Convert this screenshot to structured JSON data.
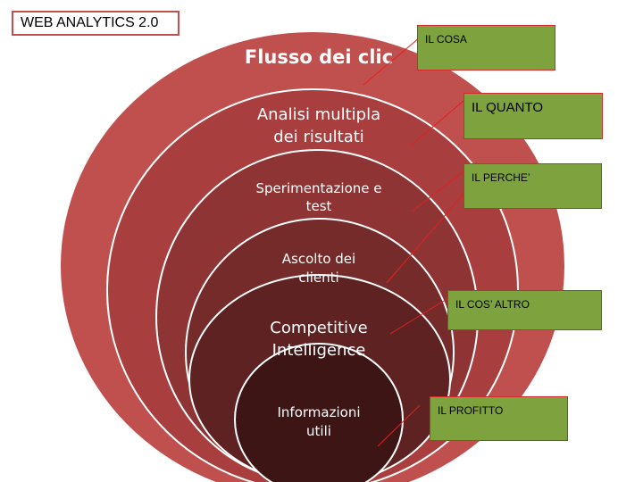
{
  "title": "WEB ANALYTICS 2.0",
  "colors": {
    "ring_1": "#c0504d",
    "ring_2": "#a83f3e",
    "ring_3": "#8f3434",
    "ring_4": "#762b2b",
    "ring_5": "#5e2222",
    "ring_6": "#3d1515",
    "ring_stroke": "#ffffff",
    "tag_fill": "#7ea33e",
    "tag_border": "#d12a2a",
    "connector": "#e02020"
  },
  "levels": [
    {
      "lines": [
        "Flusso dei clic"
      ]
    },
    {
      "lines": [
        "Analisi multipla",
        "dei risultati"
      ]
    },
    {
      "lines": [
        "Sperimentazione e",
        "test"
      ]
    },
    {
      "lines": [
        "Ascolto dei",
        "clienti"
      ]
    },
    {
      "lines": [
        "Competitive",
        "Intelligence"
      ]
    },
    {
      "lines": [
        "Informazioni",
        "utili"
      ]
    }
  ],
  "tags": [
    {
      "label": "IL COSA"
    },
    {
      "label": "IL  QUANTO"
    },
    {
      "label": "IL PERCHE’"
    },
    {
      "label": "IL COS’ ALTRO"
    },
    {
      "label": "IL PROFITTO"
    }
  ]
}
